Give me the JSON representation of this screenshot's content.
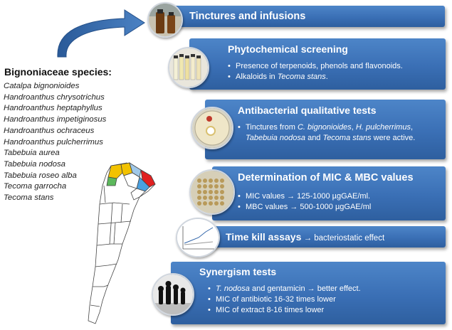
{
  "species": {
    "title": "Bignoniaceae species:",
    "items": [
      "Catalpa bignonioides",
      "Handroanthus chrysotrichus",
      "Handroanthus heptaphyllus",
      "Handroanthus impetiginosus",
      "Handroanthus ochraceus",
      "Handroanthus pulcherrimus",
      "Tabebuia aurea",
      "Tabebuia nodosa",
      "Tabebuia roseo alba",
      "Tecoma garrocha",
      "Tecoma stans"
    ]
  },
  "panels": {
    "tinctures": {
      "title": "Tinctures and infusions"
    },
    "phytochemical": {
      "title": "Phytochemical screening",
      "b1": "Presence of terpenoids,  phenols and flavonoids.",
      "b2_pre": "Alkaloids in ",
      "b2_it": "Tecoma stans",
      "b2_post": "."
    },
    "antibacterial": {
      "title": "Antibacterial qualitative tests",
      "p1": "Tinctures from ",
      "i1": "C. bignonioides",
      "p2": ", ",
      "i2": "H. pulcherrimus",
      "p3": ", ",
      "i3": "Tabebuia nodosa",
      "p4": " and ",
      "i4": "Tecoma stans",
      "p5": " were active."
    },
    "mic": {
      "title": "Determination of MIC & MBC values",
      "b1": "MIC values  → 125-1000 µgGAE/ml.",
      "b2": "MBC values  →  500-1000 µgGAE/ml"
    },
    "timekill": {
      "title": "Time kill assays",
      "suffix": " → bacteriostatic effect"
    },
    "synergism": {
      "title": "Synergism tests",
      "b1_it": "T. nodosa",
      "b1_post": " and gentamicin  → better effect.",
      "b2": "MIC of antibiotic 16-32 times lower",
      "b3": "MIC of extract 8-16 times lower"
    }
  },
  "colors": {
    "panel": "#3a6fb5",
    "arrow": "#2e5f9f",
    "map_yellow": "#f2c200",
    "map_red": "#e02020",
    "map_blue": "#4aa0e0",
    "map_green": "#5cb85c"
  }
}
